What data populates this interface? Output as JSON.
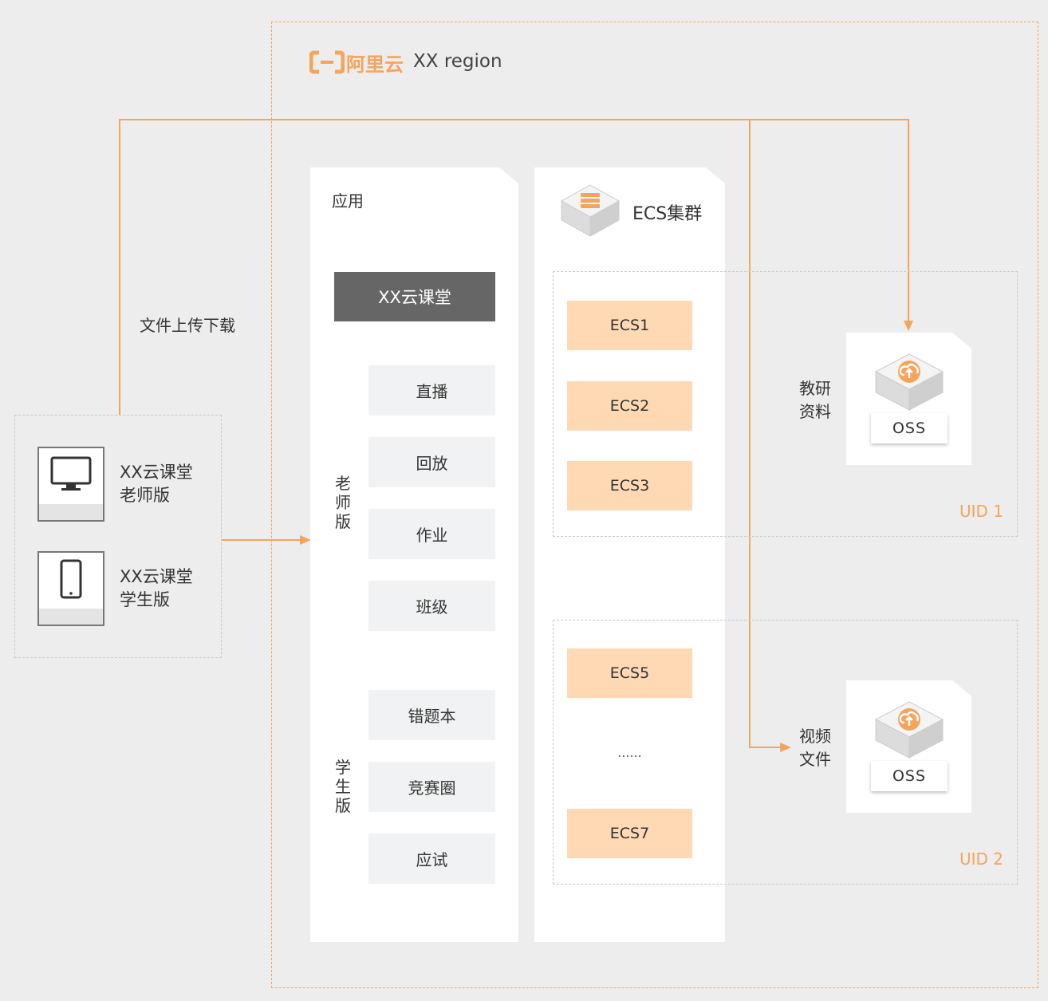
{
  "brand": {
    "logo_text": "阿里云",
    "region": "XX region"
  },
  "app_panel": {
    "title": "应用",
    "header_box": "XX云课堂",
    "teacher_group_label": [
      "老",
      "师",
      "版"
    ],
    "teacher_features": [
      "直播",
      "回放",
      "作业",
      "班级"
    ],
    "student_group_label": [
      "学",
      "生",
      "版"
    ],
    "student_features": [
      "错题本",
      "竞赛圈",
      "应试"
    ]
  },
  "ecs_panel": {
    "title": "ECS集群",
    "group1": [
      "ECS1",
      "ECS2",
      "ECS3"
    ],
    "group2": [
      "ECS5",
      "......",
      "ECS7"
    ]
  },
  "clients": [
    {
      "line1": "XX云课堂",
      "line2": "老师版",
      "icon": "monitor-icon"
    },
    {
      "line1": "XX云课堂",
      "line2": "学生版",
      "icon": "tablet-icon"
    }
  ],
  "upload_label": "文件上传下载",
  "storage": [
    {
      "desc_line1": "教研",
      "desc_line2": "资料",
      "service": "OSS",
      "uid": "UID 1"
    },
    {
      "desc_line1": "视频",
      "desc_line2": "文件",
      "service": "OSS",
      "uid": "UID 2"
    }
  ],
  "colors": {
    "accent": "#f5a45c",
    "background": "#ededed",
    "header_box": "#666666",
    "ecs_fill": "#ffd9b3",
    "feature_fill": "#f1f2f3"
  }
}
